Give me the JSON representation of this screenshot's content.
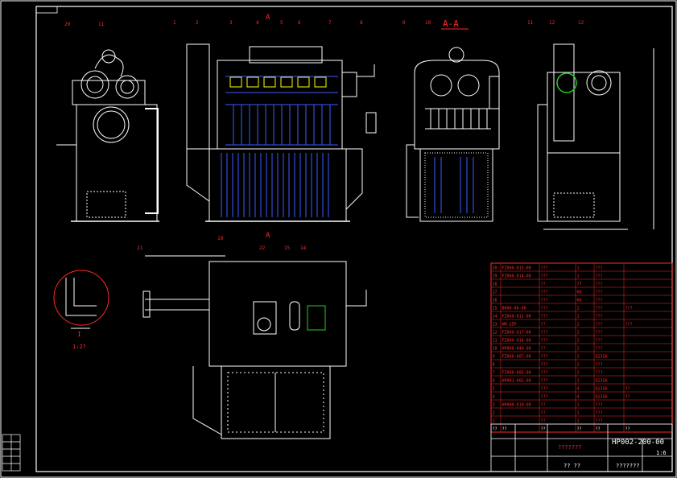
{
  "section_title": "A-A",
  "section_marks": {
    "top": "A",
    "bottom": "A"
  },
  "detail": {
    "mark": "I",
    "scale": "1:2?"
  },
  "front_view_callouts": [
    "1",
    "2",
    "3",
    "4",
    "5",
    "6",
    "7",
    "8"
  ],
  "left_view_callouts": [
    "20",
    "11"
  ],
  "section_callouts": [
    "9",
    "10",
    "11",
    "12"
  ],
  "side_view_callouts": [
    "12"
  ],
  "plan_callouts": [
    "21",
    "22",
    "15",
    "14",
    "19"
  ],
  "colors": {
    "background": "#000000",
    "line": "#ffffff",
    "accent_blue": "#3a5cff",
    "accent_red": "#ff2a2a",
    "accent_green": "#20d020",
    "accent_yellow": "#ffff00"
  },
  "bom": {
    "rows": [
      {
        "no": "20",
        "code": "FZ060-015-00",
        "name": "???",
        "qty": "1",
        "mat": "???",
        "note": ""
      },
      {
        "no": "19",
        "code": "FZ060-014-00",
        "name": "???",
        "qty": "1",
        "mat": "???",
        "note": ""
      },
      {
        "no": "18",
        "code": "",
        "name": "??",
        "qty": "77",
        "mat": "???",
        "note": ""
      },
      {
        "no": "17",
        "code": "",
        "name": "???",
        "qty": "68",
        "mat": "???",
        "note": ""
      },
      {
        "no": "16",
        "code": "",
        "name": "???",
        "qty": "66",
        "mat": "???",
        "note": ""
      },
      {
        "no": "15",
        "code": "B000-00-00",
        "name": "???",
        "qty": "1",
        "mat": "???",
        "note": "???"
      },
      {
        "no": "14",
        "code": "FZ060-011-00",
        "name": "???",
        "qty": "1",
        "mat": "???",
        "note": ""
      },
      {
        "no": "13",
        "code": "HM-25P",
        "name": "??",
        "qty": "1",
        "mat": "???",
        "note": "???"
      },
      {
        "no": "12",
        "code": "FZ060-017-00",
        "name": "???",
        "qty": "1",
        "mat": "???",
        "note": ""
      },
      {
        "no": "11",
        "code": "FZ060-016-00",
        "name": "???",
        "qty": "1",
        "mat": "???",
        "note": ""
      },
      {
        "no": "10",
        "code": "HP060-040-00",
        "name": "??",
        "qty": "1",
        "mat": "???",
        "note": ""
      },
      {
        "no": "9",
        "code": "FZ060-007-00",
        "name": "???",
        "qty": "1",
        "mat": "Q235A",
        "note": ""
      },
      {
        "no": "8",
        "code": "",
        "name": "???",
        "qty": "1",
        "mat": "???",
        "note": ""
      },
      {
        "no": "7",
        "code": "FZ060-005-00",
        "name": "???",
        "qty": "1",
        "mat": "???",
        "note": ""
      },
      {
        "no": "6",
        "code": "HP001-002-00",
        "name": "???",
        "qty": "1",
        "mat": "Q235A",
        "note": ""
      },
      {
        "no": "5",
        "code": "",
        "name": "???",
        "qty": "4",
        "mat": "Q235A",
        "note": "??"
      },
      {
        "no": "4",
        "code": "",
        "name": "???",
        "qty": "4",
        "mat": "Q235A",
        "note": "??"
      },
      {
        "no": "3",
        "code": "HP000-010-00",
        "name": "??",
        "qty": "1",
        "mat": "???",
        "note": ""
      },
      {
        "no": "2",
        "code": "",
        "name": "??",
        "qty": "1",
        "mat": "???",
        "note": ""
      },
      {
        "no": "1",
        "code": "",
        "name": "??",
        "qty": "1",
        "mat": "???",
        "note": ""
      }
    ],
    "header": [
      "??",
      "??",
      "??",
      "??",
      "??",
      "??"
    ]
  },
  "title_block": {
    "drawing_no": "HP002-200-00",
    "name": "???????",
    "scale": "1:6",
    "company": "???????",
    "designer": "?? ??"
  }
}
